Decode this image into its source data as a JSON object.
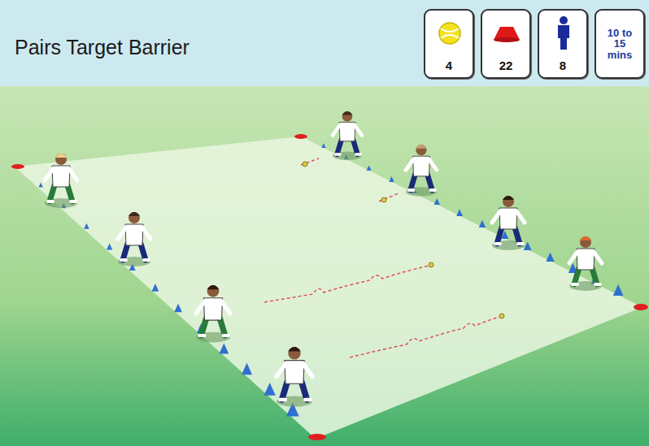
{
  "diagram": {
    "title": "Pairs Target Barrier",
    "nodes": [
      {
        "text": [
          "4"
        ]
      },
      {
        "text": [
          "22"
        ]
      },
      {
        "text": [
          "8"
        ]
      },
      {
        "text": [
          "10 to 15 mins"
        ]
      }
    ]
  }
}
